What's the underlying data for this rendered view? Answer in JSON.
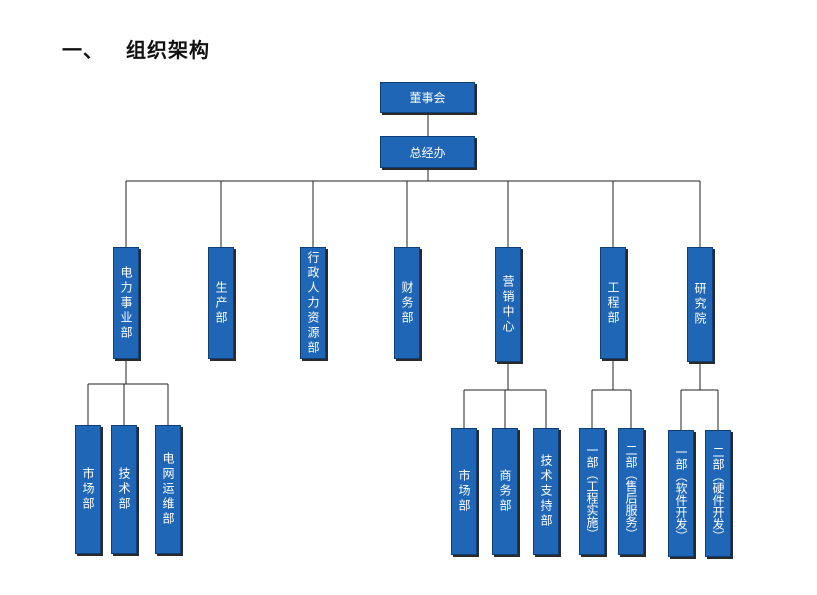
{
  "heading": {
    "number": "一、",
    "title": "组织架构"
  },
  "nodes": {
    "board": "董事会",
    "gm_office": "总经办",
    "power": "电力事业部",
    "production": "生产部",
    "admin_hr": "行政人力资源部",
    "finance": "财务部",
    "marketing": "营销中心",
    "engineering": "工程部",
    "research": "研究院",
    "power_market": "市场部",
    "power_tech": "技术部",
    "power_grid_ops": "电网运维部",
    "mkt_market": "市场部",
    "mkt_business": "商务部",
    "mkt_tech_support": "技术支持部",
    "eng_dept1": "一部（工程实施）",
    "eng_dept2": "二部（售后服务）",
    "res_dept1": "一部（软件开发）",
    "res_dept2": "二部（硬件开发）"
  },
  "colors": {
    "box_fill": "#1f66b6",
    "line": "#222222"
  }
}
